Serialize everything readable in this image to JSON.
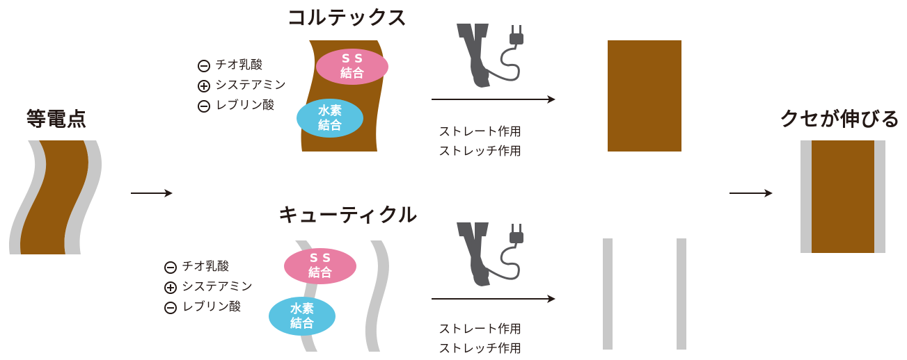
{
  "labels": {
    "isoelectric": "等電点",
    "cortex": "コルテックス",
    "cuticle": "キューティクル",
    "result": "クセが伸びる"
  },
  "bonds": {
    "ss_line1": "S S",
    "ss_line2": "結合",
    "hydrogen_line1": "水素",
    "hydrogen_line2": "結合"
  },
  "chemicals": [
    {
      "sign": "minus",
      "name": "チオ乳酸"
    },
    {
      "sign": "plus",
      "name": "システアミン"
    },
    {
      "sign": "minus",
      "name": "レブリン酸"
    }
  ],
  "effects": {
    "line1": "ストレート作用",
    "line2": "ストレッチ作用"
  },
  "icons": {
    "tool": "hair-iron-icon",
    "plug": "power-plug-icon"
  },
  "colors": {
    "hair_brown": "#93590d",
    "cuticle_gray": "#c8c8c8",
    "ss_pink": "#e97ea3",
    "hydrogen_blue": "#5ac3e2",
    "icon_dark": "#58585b",
    "text": "#231815"
  }
}
